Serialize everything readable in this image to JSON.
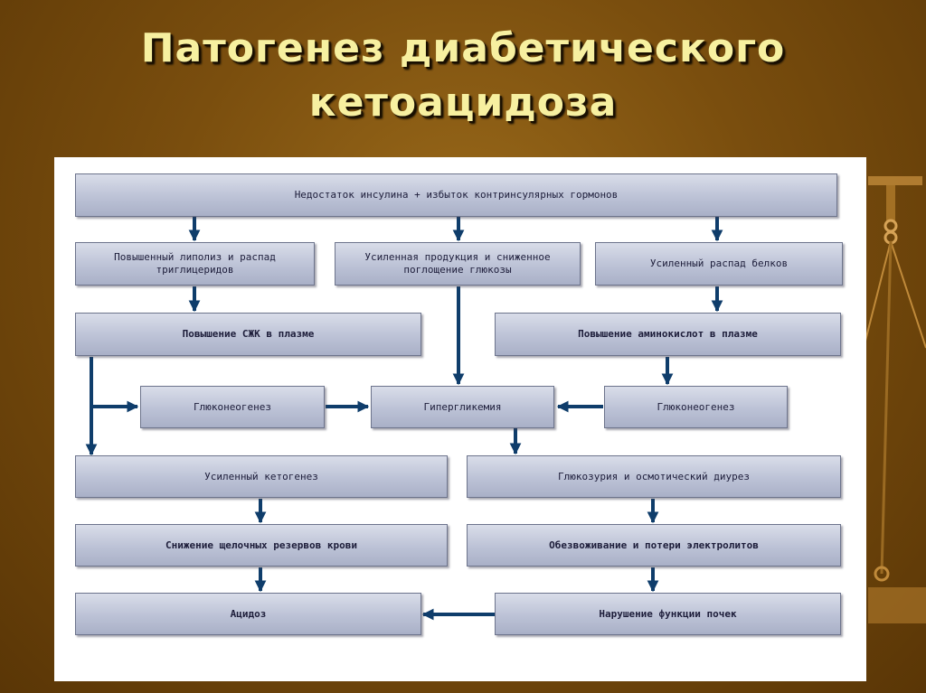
{
  "title": {
    "line1": "Патогенез диабетического",
    "line2": "кетоацидоза"
  },
  "boxes": {
    "top": "Недостаток инсулина + избыток контринсулярных гормонов",
    "lipolysis": "Повышенный липолиз и распад триглицеридов",
    "glucose_production": "Усиленная продукция и сниженное поглощение глюкозы",
    "protein_breakdown": "Усиленный распад белков",
    "ffa": "Повышение СЖК в плазме",
    "amino_acids": "Повышение аминокислот в плазме",
    "gluconeogenesis_left": "Глюконеогенез",
    "hyperglycemia": "Гипергликемия",
    "gluconeogenesis_right": "Глюконеогенез",
    "ketogenesis": "Усиленный кетогенез",
    "glucosuria": "Глюкозурия и осмотический диурез",
    "alkaline_reserve": "Снижение щелочных резервов крови",
    "dehydration": "Обезвоживание и потери электролитов",
    "acidosis": "Ацидоз",
    "kidney": "Нарушение функции почек"
  },
  "colors": {
    "background": "#7a4e0e",
    "title": "#f7f0a0",
    "panel": "#ffffff",
    "box_fill": "#bcc2d6",
    "box_text": "#1d1d3a",
    "arrow": "#0f3d6b"
  }
}
